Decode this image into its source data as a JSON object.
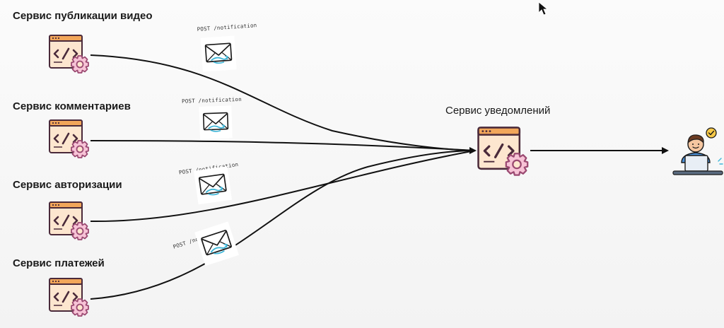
{
  "services": [
    {
      "label": "Сервис публикации видео"
    },
    {
      "label": "Сервис комментариев"
    },
    {
      "label": "Сервис авторизации"
    },
    {
      "label": "Сервис платежей"
    }
  ],
  "messages": [
    {
      "label": "POST /notification"
    },
    {
      "label": "POST /notification"
    },
    {
      "label": "POST /notification"
    },
    {
      "label": "POST /notification"
    }
  ],
  "hub": {
    "label": "Сервис уведомлений"
  },
  "icon_names": {
    "service": "code-window-gear-icon",
    "message": "envelope-icon",
    "user": "user-at-laptop-icon",
    "cursor": "mouse-cursor-icon"
  },
  "colors": {
    "window_fill": "#fde6cf",
    "window_bar": "#f2a65a",
    "window_stroke": "#4a2a3a",
    "code_color": "#4a2a3a",
    "gear_fill": "#f7c3d6",
    "gear_stroke": "#9b4a72",
    "envelope_accent": "#3fb6d8",
    "line": "#111111",
    "user_badge": "#f7c948"
  }
}
